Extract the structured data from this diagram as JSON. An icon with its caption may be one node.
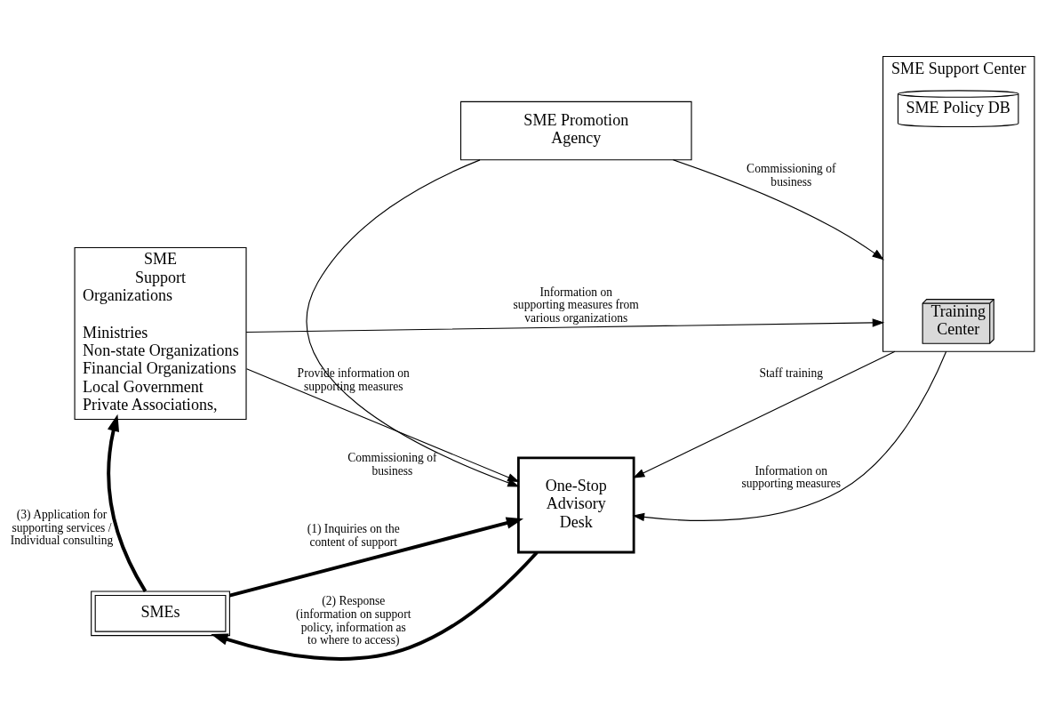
{
  "diagram": {
    "nodes": [
      {
        "text": [
          "SME Promotion Agency"
        ]
      },
      {
        "text": [
          "SME Support Organizations",
          "Ministries",
          "Non-state Organizations",
          "Financial Organizations",
          "Local Government",
          "Private Associations,"
        ]
      },
      {
        "text": [
          "One-Stop Advisory Desk"
        ]
      },
      {
        "text": [
          "SME Support Center"
        ]
      },
      {
        "text": [
          "Training Center"
        ],
        "in": 3
      },
      {
        "text": [
          "SME Policy DB"
        ],
        "in": 3
      },
      {
        "text": [
          "SMEs"
        ]
      }
    ],
    "edges": [
      {
        "from": 1,
        "to": 3,
        "arrow": "to",
        "label": "Information on supporting measures from various organizations"
      },
      {
        "from": 0,
        "to": 2,
        "arrow": "to",
        "label": "Commissioning of business"
      },
      {
        "from": 0,
        "to": 3,
        "arrow": "to",
        "label": "Commissioning of business"
      },
      {
        "from": 1,
        "to": 2,
        "arrow": "to",
        "label": "Provide information on supporting measures"
      },
      {
        "from": 3,
        "to": 2,
        "arrow": "to",
        "label": "Information on supporting measures"
      },
      {
        "from": 3,
        "to": 2,
        "arrow": "to",
        "label": "Staff training"
      },
      {
        "from": 6,
        "to": 2,
        "arrow": "to",
        "style": "thick",
        "label": "(1) Inquiries on the content of support"
      },
      {
        "from": 2,
        "to": 6,
        "arrow": "to",
        "style": "thick",
        "label": "(2) Response (information on support policy, information as to where to access)"
      },
      {
        "from": 6,
        "to": 1,
        "arrow": "to",
        "style": "thick",
        "label": "(3) Application for supporting services / Individual consulting"
      }
    ]
  }
}
